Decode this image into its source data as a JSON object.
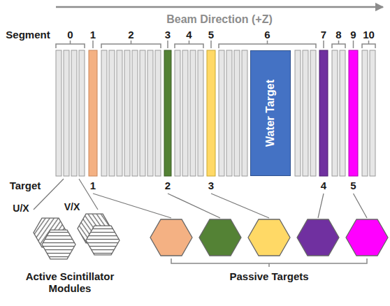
{
  "diagram": {
    "nodes": [
      {
        "text": [
          "Water Target"
        ]
      }
    ],
    "labels": [
      "Beam Direction (+Z)",
      "Segment",
      "0",
      "1",
      "2",
      "3",
      "4",
      "5",
      "6",
      "7",
      "8",
      "9",
      "10",
      "Target",
      "1",
      "2",
      "3",
      "4",
      "5",
      "U/X",
      "V/X",
      "Active Scintillator Modules",
      "Passive Targets"
    ]
  }
}
